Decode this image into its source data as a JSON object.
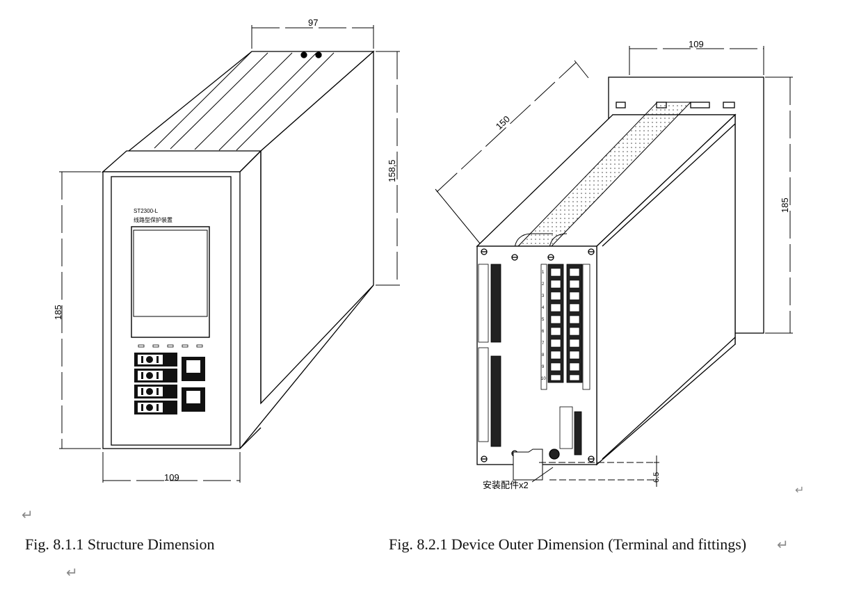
{
  "figure_left": {
    "caption": "Fig. 8.1.1 Structure Dimension",
    "dims": {
      "width_top": "97",
      "height_side": "158,5",
      "height_front": "185",
      "width_bottom": "109"
    },
    "front_label_1": "ST2300-L",
    "front_label_2": "线路型保护装置"
  },
  "figure_right": {
    "caption": "Fig. 8.2.1 Device Outer Dimension (Terminal and fittings)",
    "dims": {
      "width_top": "109",
      "depth": "150",
      "height": "185",
      "offset": "6.5"
    },
    "fitting_label": "安装配件x2",
    "terminal_numbers": [
      "1",
      "2",
      "3",
      "4",
      "5",
      "6",
      "7",
      "8",
      "9",
      "10"
    ]
  },
  "marks": {
    "return_symbol": "↵"
  }
}
